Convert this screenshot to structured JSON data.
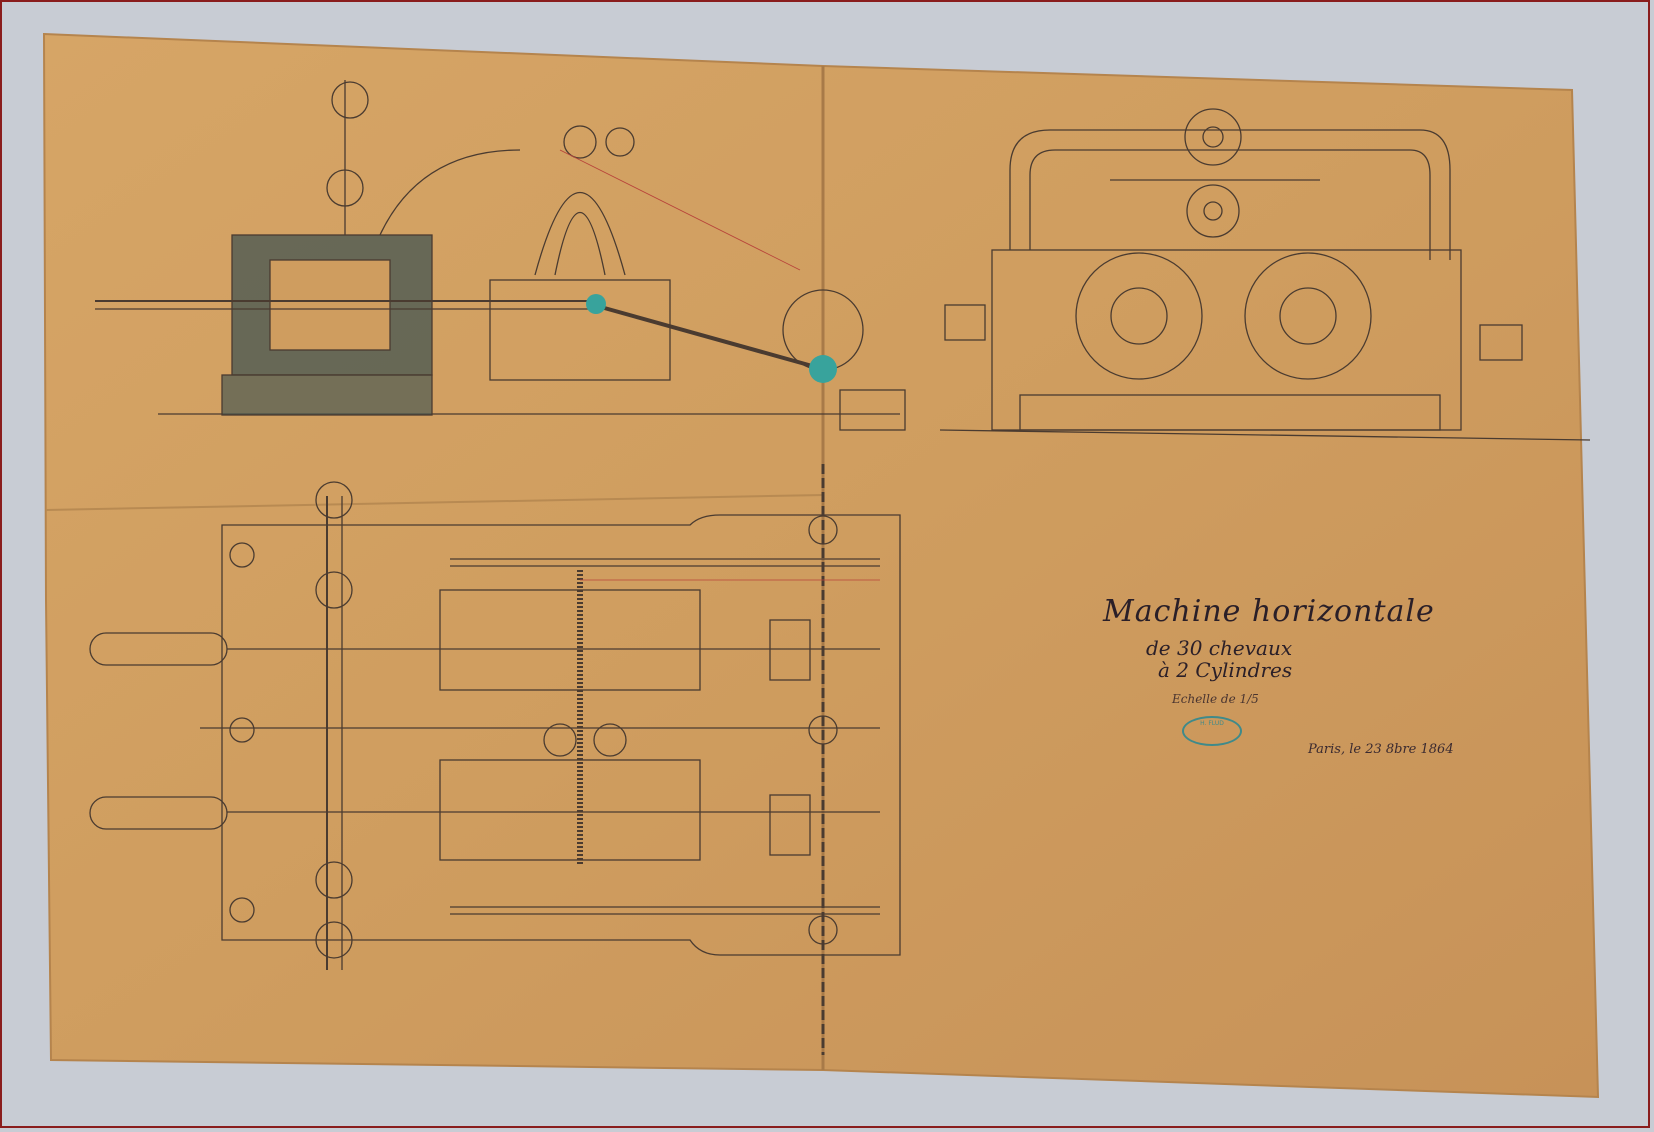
{
  "drawing": {
    "title": "Machine horizontale",
    "subtitle_power": "de 30 chevaux",
    "subtitle_cylinders": "à 2 Cylindres",
    "scale": "Echelle de 1/5",
    "stamp_text": "H. FLUD",
    "date": "Paris, le 23 8bre 1864"
  },
  "colors": {
    "paper": "#cf9d5f",
    "ink": "#4a3b30",
    "teal_wash": "#38a39c",
    "cylinder_wash": "#4c5a52",
    "background_cloth": "#c8ccd4"
  }
}
